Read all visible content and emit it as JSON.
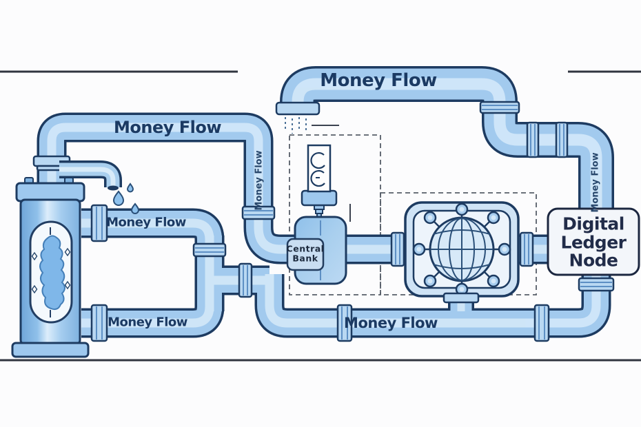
{
  "illustration_title": "Money Flow pipe system",
  "labels": {
    "pipe_top": "Money Flow",
    "pipe_upper_left": "Money Flow",
    "pipe_pump_upper": "Money Flow",
    "pipe_pump_lower": "Money Flow",
    "pipe_bottom": "Money Flow",
    "riser_vertical": "Money Flow",
    "right_vertical": "Money Flow"
  },
  "nodes": {
    "central_bank": {
      "label": "Central Bank",
      "lines": [
        "Central",
        "Bank"
      ]
    },
    "digital_ledger": {
      "label": "Digital Ledger Node",
      "lines": [
        "Digital",
        "Ledger",
        "Node"
      ]
    }
  },
  "icons": {
    "pump": "water-pump-icon",
    "spout": "faucet-spout-icon",
    "drops": "water-drops-icon",
    "plug": "power-plug-icon",
    "globe": "globe-network-icon",
    "couplings": "pipe-coupling-icon"
  },
  "colors": {
    "pipe_outline": "#1d3b61",
    "pipe_body": "#a2caee",
    "pipe_highlight": "#d3e8f9",
    "label_text": "#1b3a63",
    "panel_fill": "#cfe3f5",
    "node_box_fill": "#f3f6fa",
    "background": "#fcfcfd"
  }
}
